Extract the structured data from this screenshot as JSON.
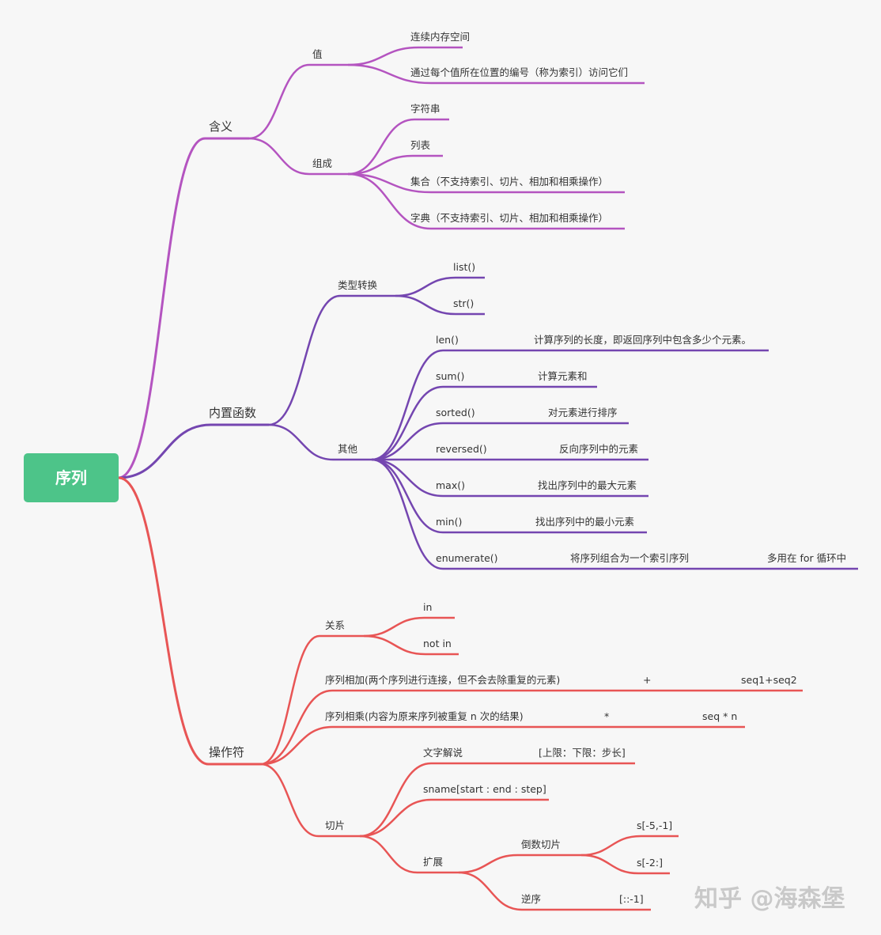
{
  "colors": {
    "root": "#4dc489",
    "meaning": "#b454c0",
    "builtin": "#7446b0",
    "operator": "#e85555",
    "background": "#f7f7f7"
  },
  "root": {
    "label": "序列"
  },
  "meaning": {
    "label": "含义",
    "value": {
      "label": "值",
      "items": [
        "连续内存空间",
        "通过每个值所在位置的编号（称为索引）访问它们"
      ]
    },
    "composition": {
      "label": "组成",
      "items": [
        "字符串",
        "列表",
        "集合（不支持索引、切片、相加和相乘操作）",
        "字典（不支持索引、切片、相加和相乘操作）"
      ]
    }
  },
  "builtin": {
    "label": "内置函数",
    "conversion": {
      "label": "类型转换",
      "items": [
        "list()",
        "str()"
      ]
    },
    "other": {
      "label": "其他",
      "items": [
        {
          "name": "len()",
          "desc": "计算序列的长度，即返回序列中包含多少个元素。"
        },
        {
          "name": "sum()",
          "desc": "计算元素和"
        },
        {
          "name": "sorted()",
          "desc": "对元素进行排序"
        },
        {
          "name": "reversed()",
          "desc": "反向序列中的元素"
        },
        {
          "name": "max()",
          "desc": "找出序列中的最大元素"
        },
        {
          "name": "min()",
          "desc": "找出序列中的最小元素"
        },
        {
          "name": "enumerate()",
          "desc": "将序列组合为一个索引序列",
          "note": "多用在 for 循环中"
        }
      ]
    }
  },
  "operator": {
    "label": "操作符",
    "relation": {
      "label": "关系",
      "items": [
        "in",
        "not in"
      ]
    },
    "add": {
      "label": "序列相加(两个序列进行连接，但不会去除重复的元素)",
      "symbol": "+",
      "example": "seq1+seq2"
    },
    "multiply": {
      "label": "序列相乘(内容为原来序列被重复 n 次的结果)",
      "symbol": "*",
      "example": "seq * n"
    },
    "slice": {
      "label": "切片",
      "explain": {
        "label": "文字解说",
        "value": "[上限：下限：步长]"
      },
      "syntax": {
        "label": "sname[start : end : step]"
      },
      "extend": {
        "label": "扩展",
        "negative": {
          "label": "倒数切片",
          "items": [
            "s[-5,-1]",
            "s[-2:]"
          ]
        },
        "reverse": {
          "label": "逆序",
          "value": "[::-1]"
        }
      }
    }
  },
  "watermark": "知乎 @海森堡"
}
